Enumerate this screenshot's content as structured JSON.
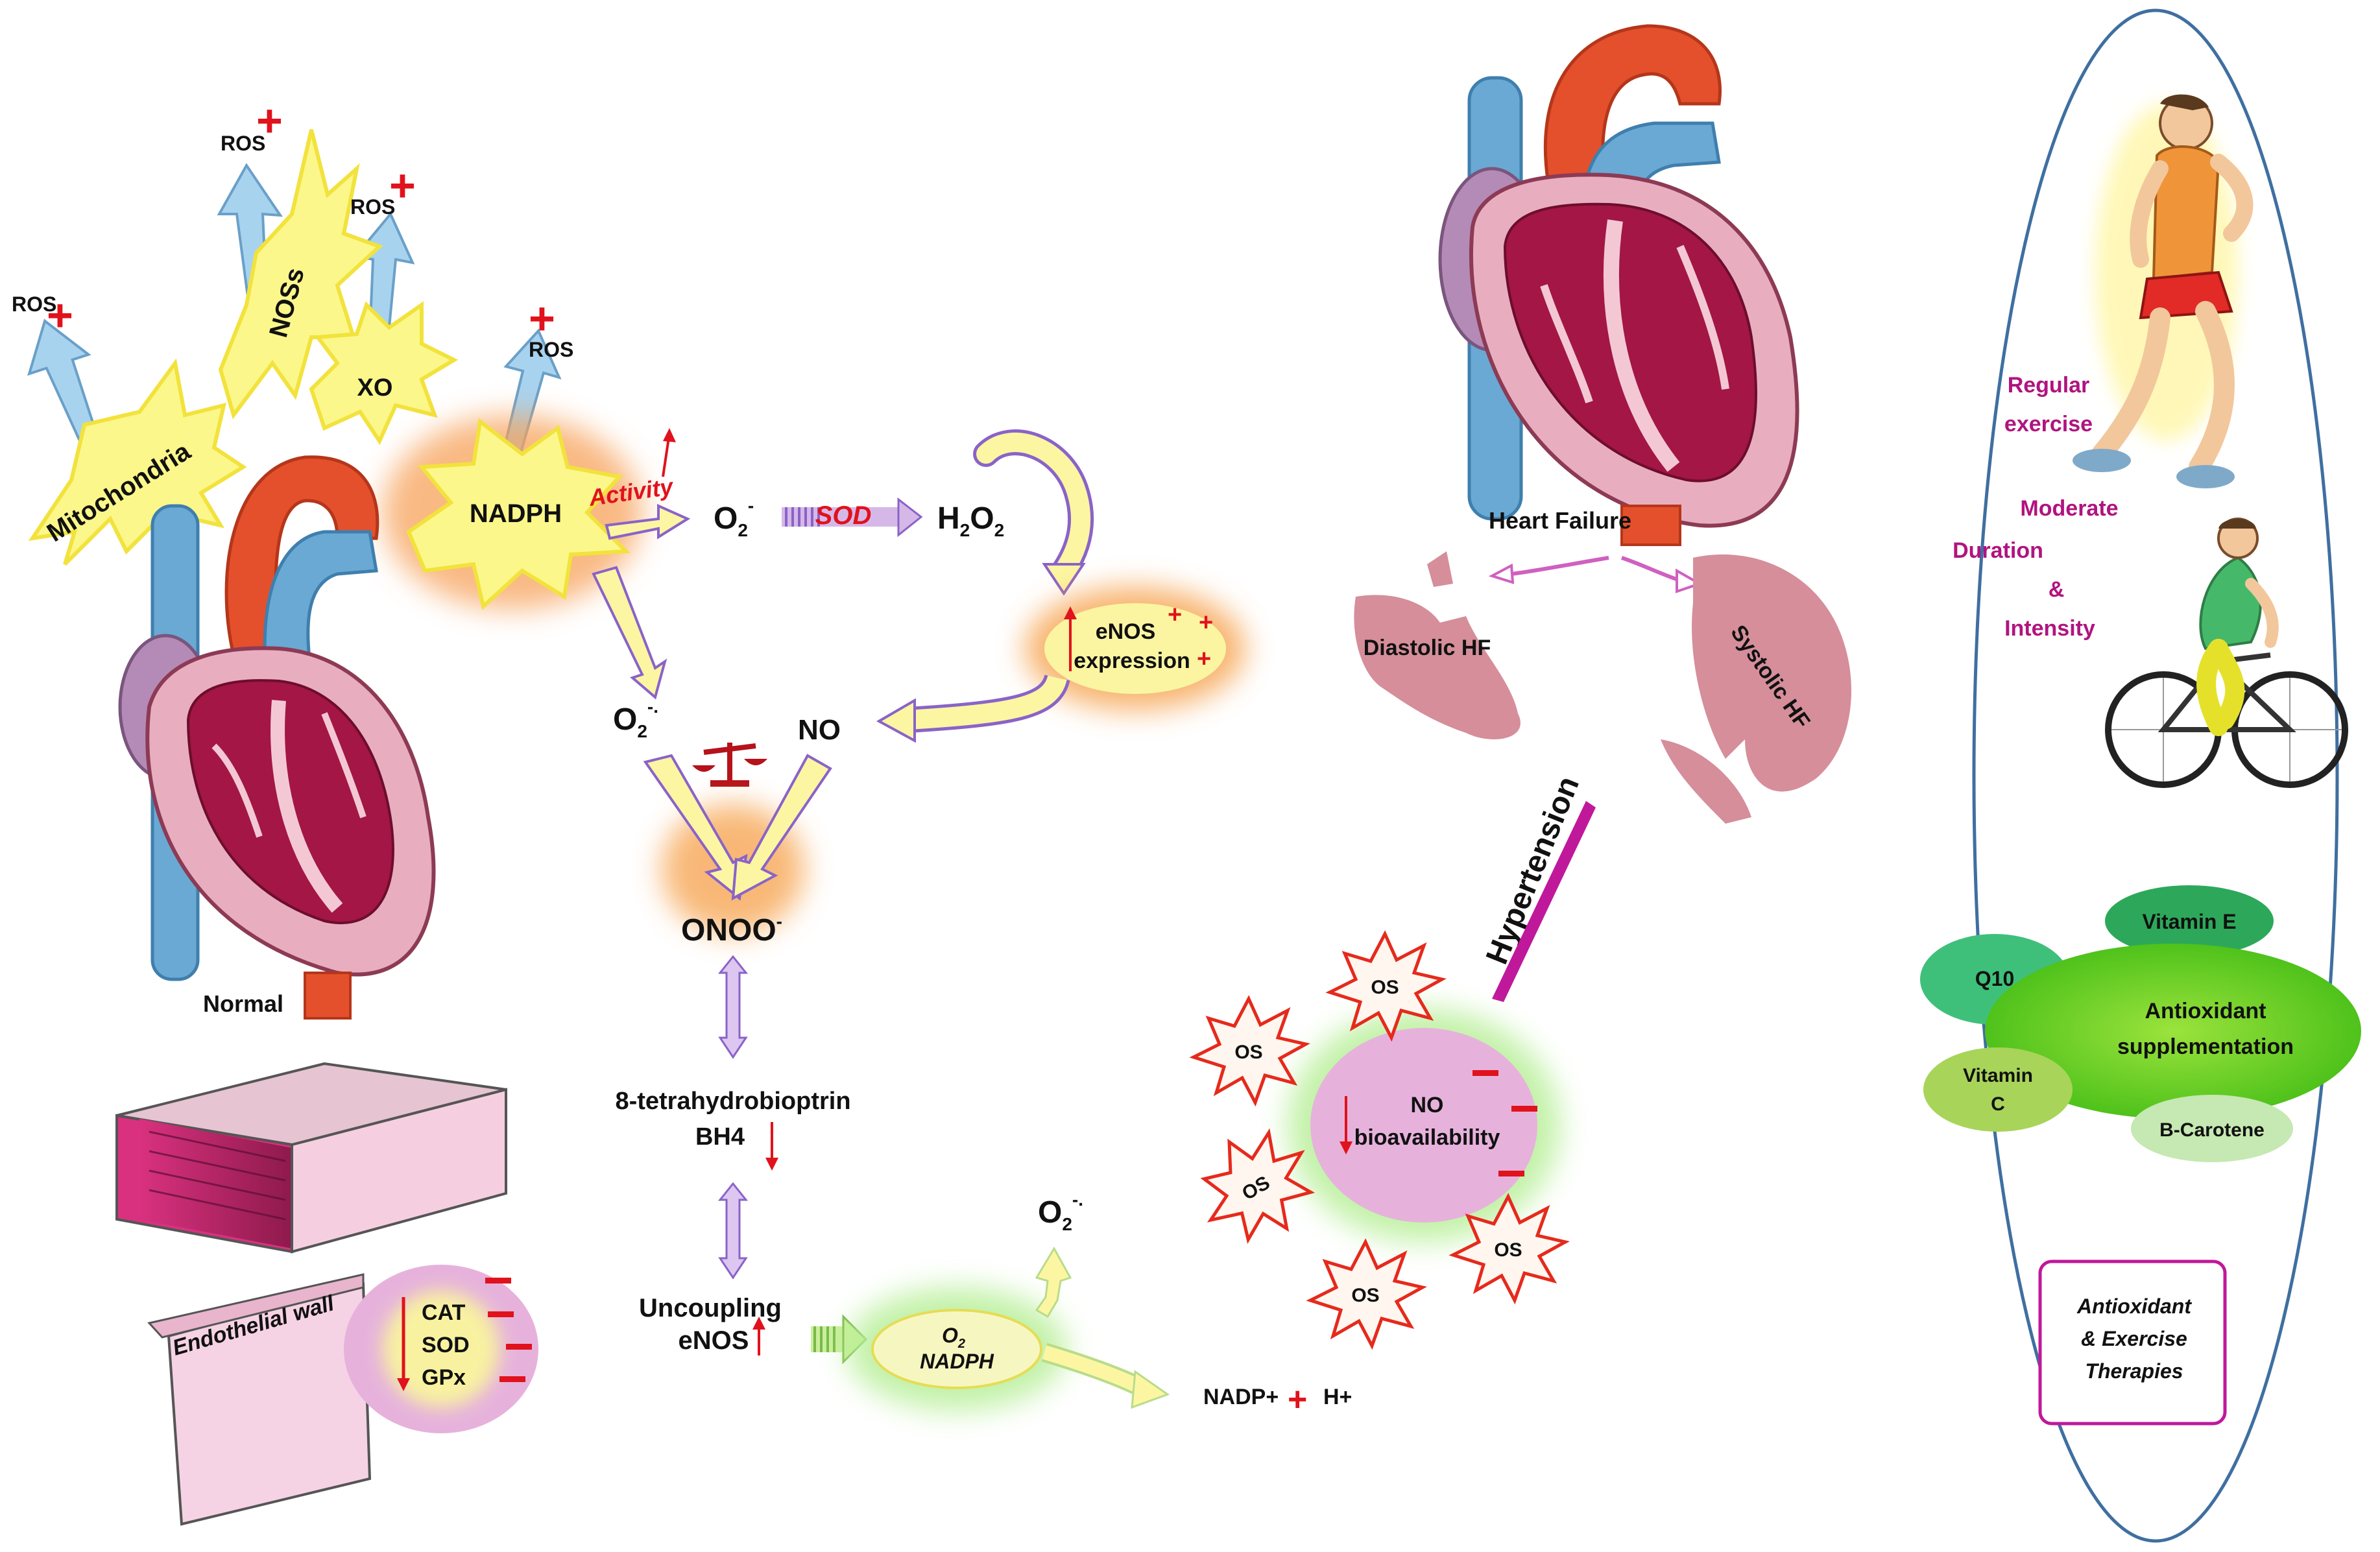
{
  "colors": {
    "starburst_fill": "#fbf78a",
    "starburst_stroke": "#f2e23c",
    "blue_arrow": "#a8d3ef",
    "purple_arrow": "#8a63c8",
    "yellow_arrow": "#fcf6a2",
    "red_plus": "#e0121c",
    "magenta_text": "#b0147f",
    "heart_dark": "#a31646",
    "heart_pink": "#e8aec0",
    "vessel_blue": "#6aa9d4",
    "aorta_red": "#e4502c",
    "hf_pink": "#d58e9a",
    "os_red": "#e52a1c",
    "green_glow": "#b8ef98",
    "pink_ellipse": "#e6b2dc"
  },
  "icons": {
    "balance": "scale-balance-icon",
    "runner": "runner-figure",
    "cyclist": "cyclist-figure"
  },
  "left": {
    "ros": "ROS",
    "mitochondria": "Mitochondria",
    "noss": "NOSs",
    "xo": "XO",
    "nadph": "NADPH",
    "activity": "Activity",
    "normal": "Normal",
    "endothelial_wall": "Endothelial wall",
    "enzymes": [
      "CAT",
      "SOD",
      "GPx"
    ]
  },
  "center": {
    "o2_top": "O",
    "o2_top_sub": "2",
    "o2_top_sup": "-",
    "sod": "SOD",
    "h2o2_h": "H",
    "h2o2_sub1": "2",
    "h2o2_o": "O",
    "h2o2_sub2": "2",
    "enos_line1": "eNOS",
    "enos_line2": "expression",
    "o2_left": "O",
    "o2_left_sub": "2",
    "o2_left_sup": "-.",
    "no": "NO",
    "onoo": "ONOO",
    "onoo_sup": "-",
    "bh4_line1": "8-tetrahydrobioptrin",
    "bh4_line2": "BH4",
    "uncoupling_line1": "Uncoupling",
    "uncoupling_line2": "eNOS",
    "o2_ellipse": "O",
    "o2_ellipse_sub": "2",
    "nadph_ellipse": "NADPH",
    "o2_out": "O",
    "o2_out_sub": "2",
    "o2_out_sup": "-.",
    "nadp": "NADP+",
    "hplus": "H+"
  },
  "right": {
    "heart_failure": "Heart Failure",
    "diastolic": "Diastolic HF",
    "systolic": "Systolic HF",
    "hypertension": "Hypertension",
    "os": "OS",
    "no_bio_line1": "NO",
    "no_bio_line2": "bioavailability"
  },
  "therapy": {
    "regular_line1": "Regular",
    "regular_line2": "exercise",
    "moderate": "Moderate",
    "duration": "Duration",
    "amp": "&",
    "intensity": "Intensity",
    "vitamin_e": "Vitamin E",
    "q10": "Q10",
    "antiox_line1": "Antioxidant",
    "antiox_line2": "supplementation",
    "vitamin_c_line1": "Vitamin",
    "vitamin_c_line2": "C",
    "b_carotene": "B-Carotene",
    "box_line1": "Antioxidant",
    "box_line2": "& Exercise",
    "box_line3": "Therapies"
  }
}
